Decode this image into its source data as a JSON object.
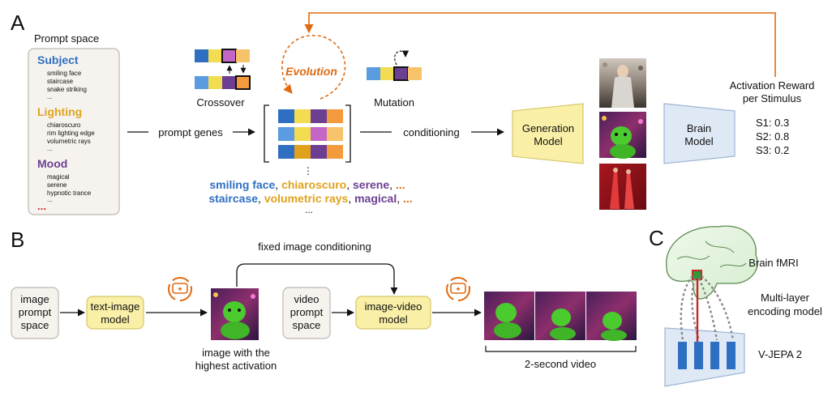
{
  "colors": {
    "blue": "#2f6fc2",
    "lightblue": "#5b9be0",
    "yellow": "#f2dc52",
    "gold": "#e0a21c",
    "purple": "#6c3f92",
    "violet": "#c466c6",
    "orange": "#f39a3d",
    "evolution_orange": "#e06a10",
    "red": "#d62828",
    "gen_fill": "#f9efa6",
    "brain_fill": "#dfe9f6",
    "box_fill": "#f6f3ef"
  },
  "panelA": {
    "label": "A",
    "prompt_space_title": "Prompt space",
    "subject": {
      "title": "Subject",
      "items": [
        "smiling face",
        "staircase",
        "snake striking",
        "..."
      ]
    },
    "lighting": {
      "title": "Lighting",
      "items": [
        "chiaroscuro",
        "rim lighting edge",
        "volumetric rays",
        "..."
      ]
    },
    "mood": {
      "title": "Mood",
      "items": [
        "magical",
        "serene",
        "hypnotic trance",
        "..."
      ]
    },
    "more": "...",
    "prompt_genes": "prompt genes",
    "crossover": "Crossover",
    "mutation": "Mutation",
    "evolution": "Evolution",
    "vdots": "⋮",
    "conditioning": "conditioning",
    "generation_model": [
      "Generation",
      "Model"
    ],
    "brain_model": [
      "Brain",
      "Model"
    ],
    "reward_title": [
      "Activation Reward",
      "per Stimulus"
    ],
    "scores": [
      "S1: 0.3",
      "S2: 0.8",
      "S3: 0.2"
    ],
    "line1": [
      {
        "text": "smiling face",
        "color": "blue"
      },
      {
        "text": ", ",
        "color": "black"
      },
      {
        "text": "chiaroscuro",
        "color": "gold"
      },
      {
        "text": ", ",
        "color": "black"
      },
      {
        "text": "serene",
        "color": "purple"
      },
      {
        "text": ", ",
        "color": "black"
      },
      {
        "text": "...",
        "color": "orange"
      }
    ],
    "line2": [
      {
        "text": "staircase",
        "color": "blue"
      },
      {
        "text": ", ",
        "color": "black"
      },
      {
        "text": "volumetric rays",
        "color": "gold"
      },
      {
        "text": ", ",
        "color": "black"
      },
      {
        "text": "magical",
        "color": "purple"
      },
      {
        "text": ", ",
        "color": "black"
      },
      {
        "text": "...",
        "color": "orange"
      }
    ],
    "line3": "..."
  },
  "panelB": {
    "label": "B",
    "image_prompt_space": [
      "image",
      "prompt",
      "space"
    ],
    "text_image_model": [
      "text-image",
      "model"
    ],
    "fixed_conditioning": "fixed image conditioning",
    "video_prompt_space": [
      "video",
      "prompt",
      "space"
    ],
    "image_video_model": [
      "image-video",
      "model"
    ],
    "caption_image": [
      "image with the",
      "highest activation"
    ],
    "caption_video": "2-second video"
  },
  "panelC": {
    "label": "C",
    "brain_fmri": "Brain fMRI",
    "encoding": [
      "Multi-layer",
      "encoding model"
    ],
    "vjepa": "V-JEPA 2"
  }
}
